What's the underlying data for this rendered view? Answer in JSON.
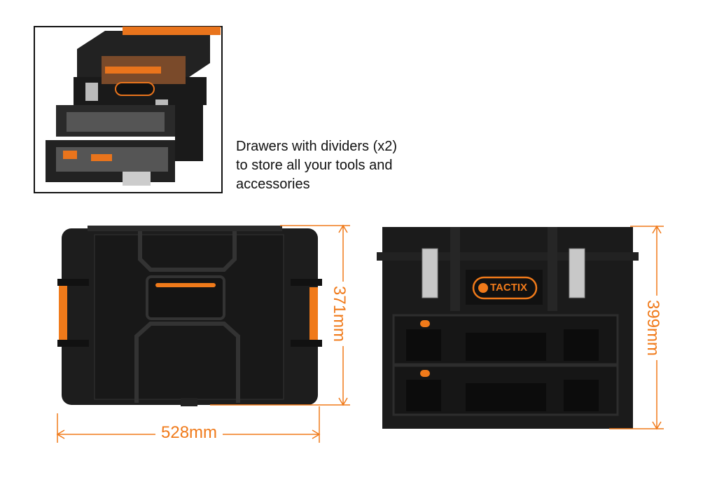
{
  "caption": {
    "lines": [
      "Drawers with dividers (x2)",
      "to store all your tools and",
      "accessories"
    ]
  },
  "dimensions": {
    "width": "528mm",
    "height_closed": "371mm",
    "height_front": "399mm"
  },
  "brand_logo": "TACTIX",
  "colors": {
    "accent": "#f07a1a",
    "body": "#1c1c1c",
    "dimension_lines": "#f07a1a"
  }
}
